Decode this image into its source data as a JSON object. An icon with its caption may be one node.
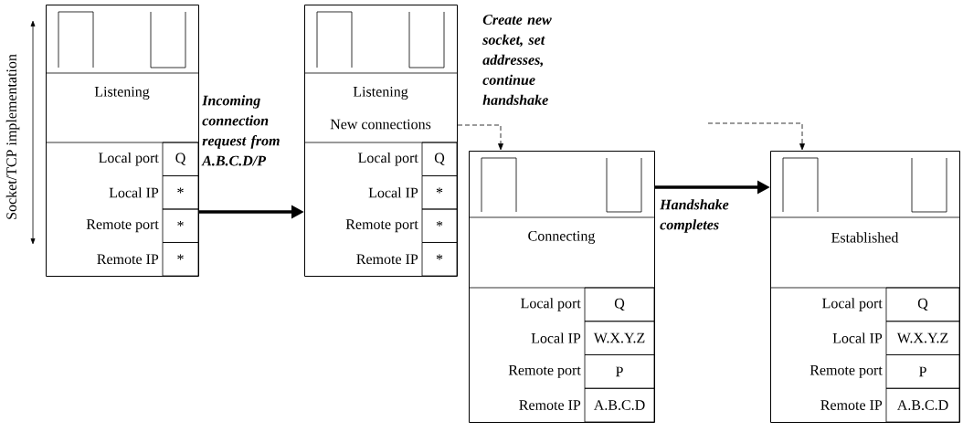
{
  "diagram": {
    "nodes": [
      {
        "text": [
          "Listening",
          "Local port",
          "Q",
          "Local IP",
          "*",
          "Remote port",
          "*",
          "Remote IP",
          "*"
        ]
      },
      {
        "text": [
          "Listening",
          "New connections",
          "Local port",
          "Q",
          "Local IP",
          "*",
          "Remote port",
          "*",
          "Remote IP",
          "*"
        ]
      },
      {
        "text": [
          "Connecting",
          "Local port",
          "Q",
          "Local IP",
          "W.X.Y.Z",
          "Remote port",
          "P",
          "Remote IP",
          "A.B.C.D"
        ]
      },
      {
        "text": [
          "Established",
          "Local port",
          "Q",
          "Local IP",
          "W.X.Y.Z",
          "Remote port",
          "P",
          "Remote IP",
          "A.B.C.D"
        ]
      }
    ],
    "edges": [
      {
        "from": 0,
        "to": 1,
        "arrow": "to",
        "style": "thick",
        "label": "Incoming connection request from A.B.C.D/P"
      },
      {
        "from": 1,
        "to": 2,
        "arrow": "to",
        "style": "dashed",
        "label": "Create new socket, set addresses, continue handshake"
      },
      {
        "from": 2,
        "to": 3,
        "arrow": "to",
        "style": "thick",
        "label": "Handshake completes"
      },
      {
        "from": null,
        "to": 3,
        "arrow": "to",
        "style": "dashed"
      }
    ],
    "labels": [
      "Socket/TCP implementation"
    ]
  }
}
